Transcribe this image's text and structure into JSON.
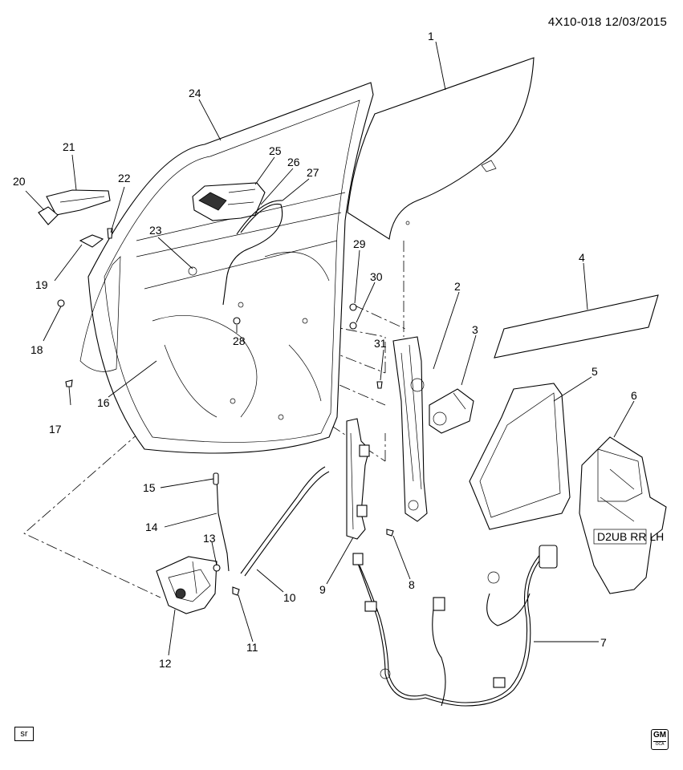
{
  "header": {
    "ref": "4X10-018  12/03/2015"
  },
  "footer": {
    "sr_label": "sr",
    "logo_top": "GM",
    "logo_bottom": "OCA"
  },
  "panel_label": "D2UB RR LH",
  "callouts": [
    "1",
    "2",
    "3",
    "4",
    "5",
    "6",
    "7",
    "8",
    "9",
    "10",
    "11",
    "12",
    "13",
    "14",
    "15",
    "16",
    "17",
    "18",
    "19",
    "20",
    "21",
    "22",
    "23",
    "24",
    "25",
    "26",
    "27",
    "28",
    "29",
    "30",
    "31"
  ]
}
